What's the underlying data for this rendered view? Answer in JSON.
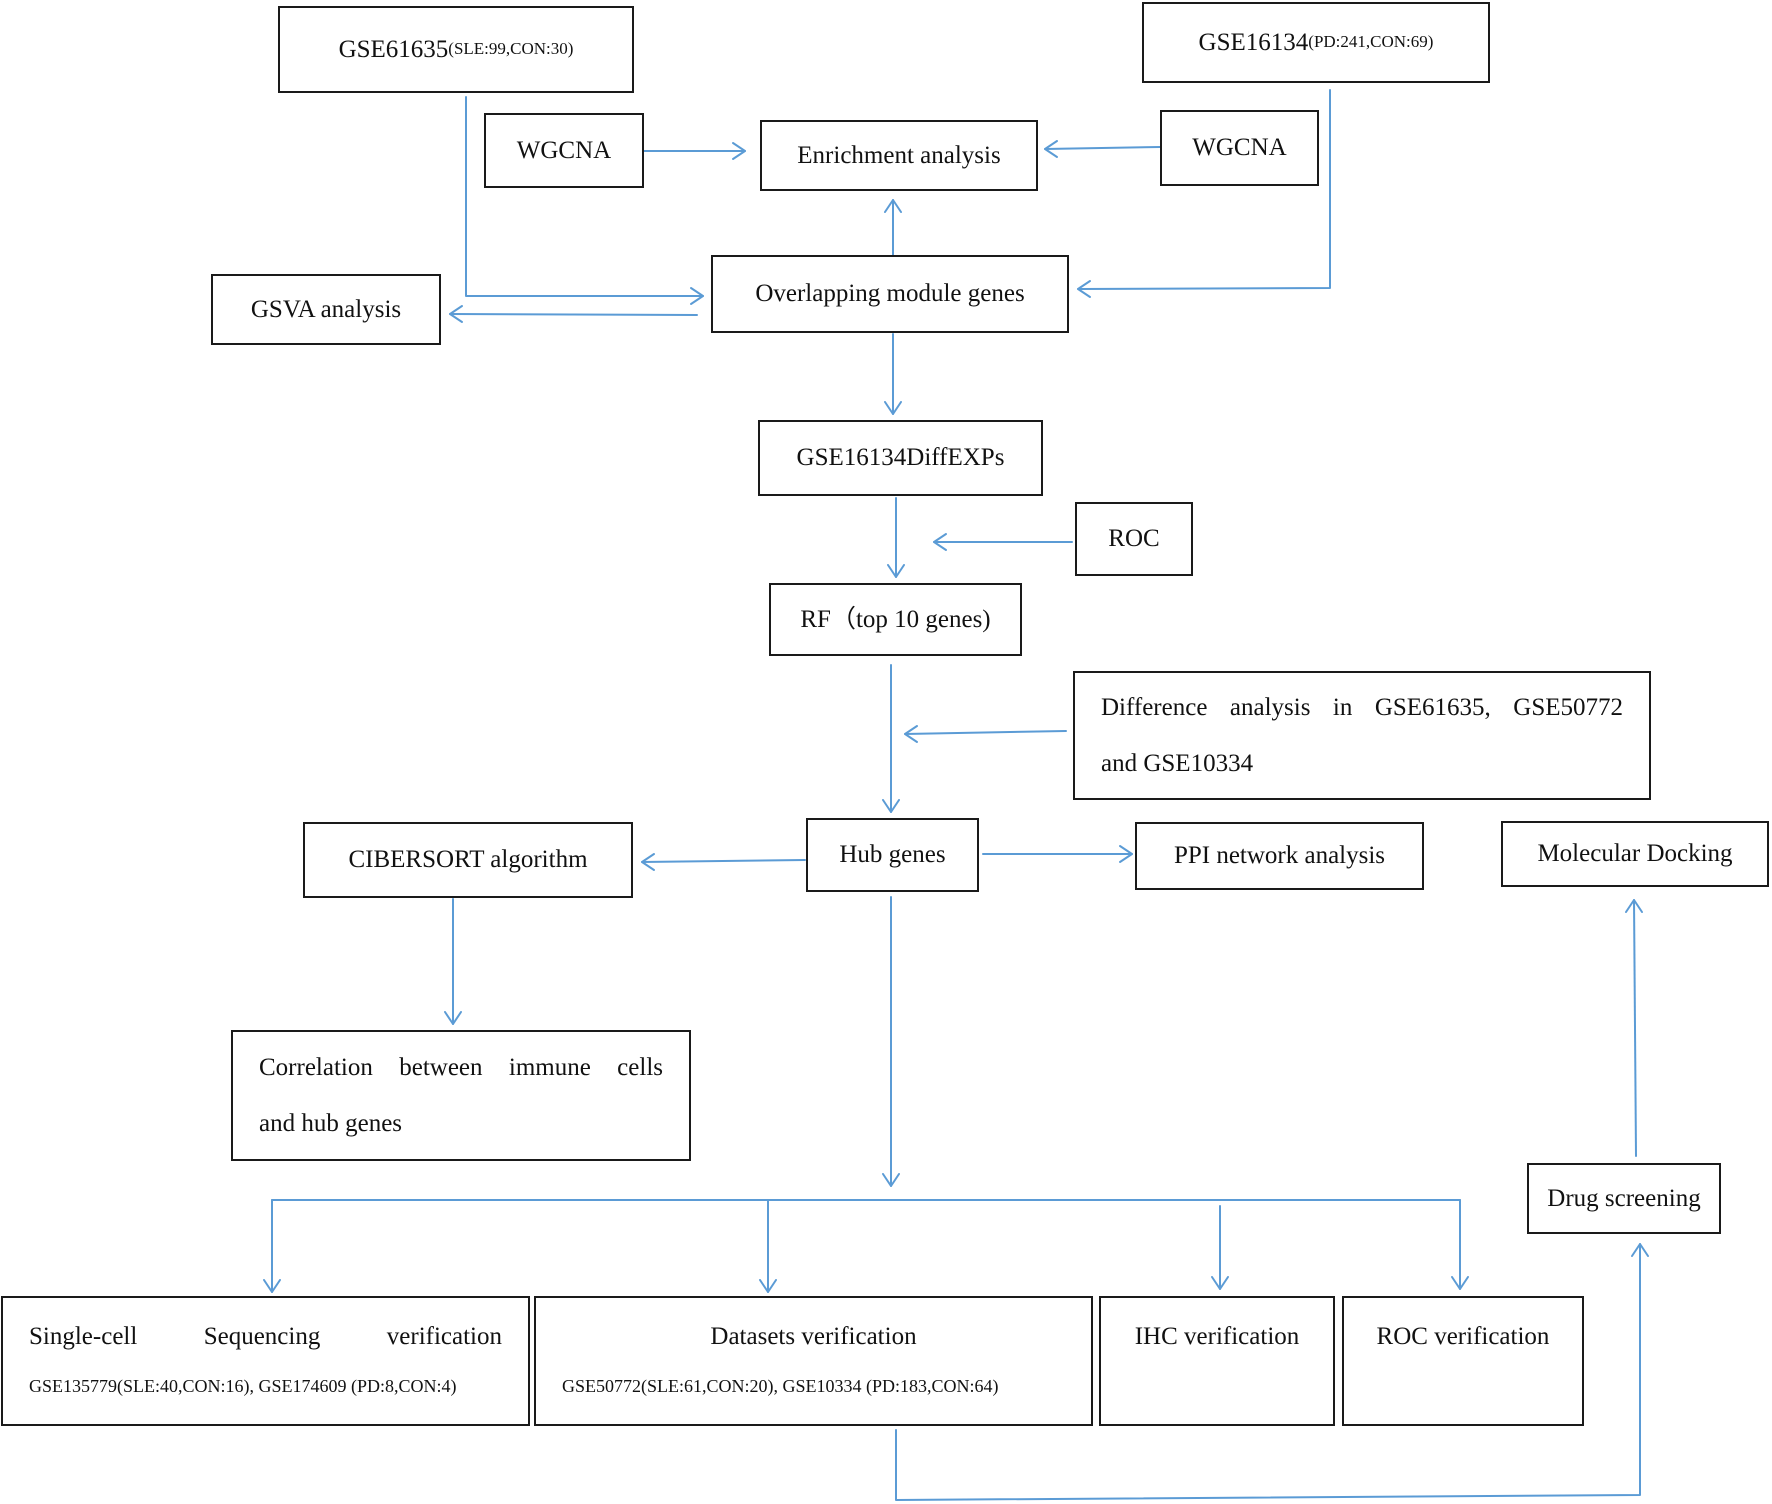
{
  "diagram": {
    "line_color": "#5b9bd5",
    "nodes": {
      "gse61635": {
        "main": "GSE61635",
        "detail": "(SLE:99,CON:30)"
      },
      "gse16134": {
        "main": "GSE16134",
        "detail": "(PD:241,CON:69)"
      },
      "wgcna_left": "WGCNA",
      "wgcna_right": "WGCNA",
      "enrichment": "Enrichment analysis",
      "gsva": "GSVA analysis",
      "overlapping": "Overlapping module genes",
      "diffexps": "GSE16134DiffEXPs",
      "roc": "ROC",
      "rf": "RF（top 10 genes)",
      "difference": {
        "line1": "Difference analysis in GSE61635, GSE50772",
        "line2": "and GSE10334"
      },
      "hub": "Hub genes",
      "cibersort": "CIBERSORT algorithm",
      "ppi": "PPI network analysis",
      "docking": "Molecular Docking",
      "correlation": {
        "line1": "Correlation between immune cells",
        "line2": "and hub genes"
      },
      "drug": "Drug screening",
      "single_cell": {
        "title": "Single-cell Sequencing verification",
        "sub": "GSE135779(SLE:40,CON:16), GSE174609 (PD:8,CON:4)"
      },
      "datasets": {
        "title": "Datasets verification",
        "sub": "GSE50772(SLE:61,CON:20), GSE10334 (PD:183,CON:64)"
      },
      "ihc": "IHC verification",
      "roc_verif": "ROC verification"
    }
  }
}
